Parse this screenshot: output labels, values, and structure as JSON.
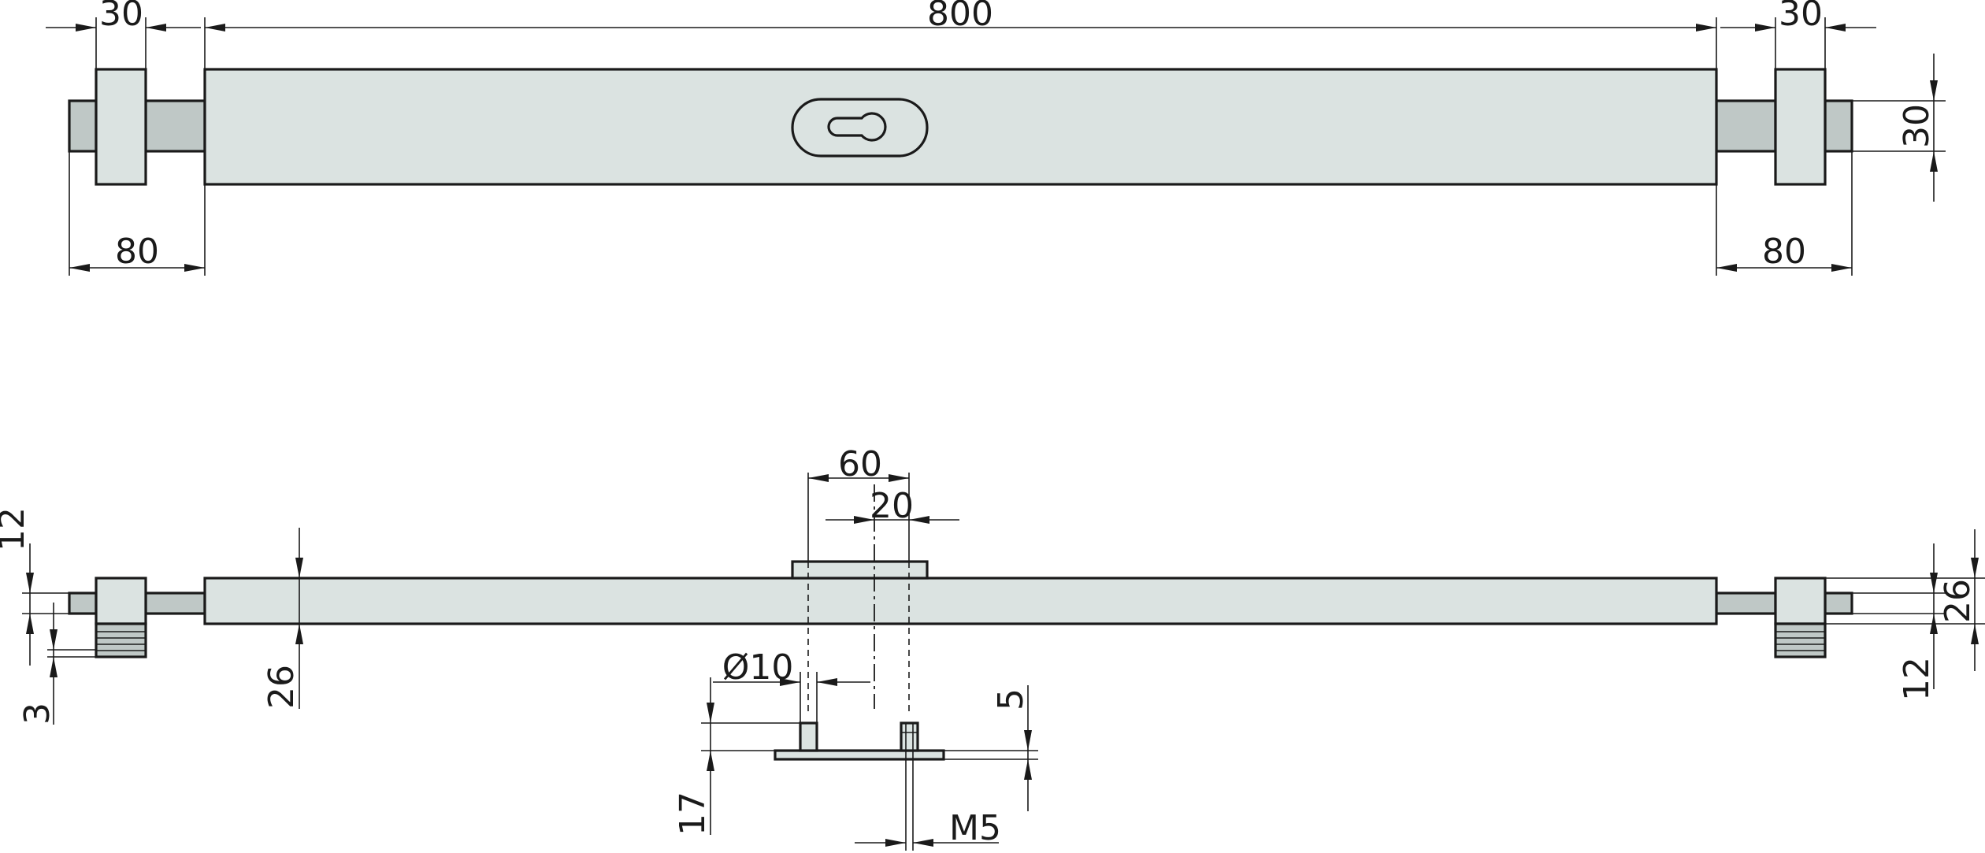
{
  "top_view": {
    "dim_left_knob_width": "30",
    "dim_bar_length": "800",
    "dim_right_knob_width": "30",
    "dim_bar_height": "30",
    "dim_left_rod_extension": "80",
    "dim_right_rod_extension": "80"
  },
  "side_view": {
    "dim_mount_width": "60",
    "dim_mount_offset": "20",
    "dim_left_knob_height": "12",
    "dim_left_gap": "3",
    "dim_bar_thickness": "26",
    "dim_right_bar_thickness": "26",
    "dim_right_knob_height": "12"
  },
  "detail_view": {
    "dim_pin_diameter": "Ø10",
    "dim_plate_thickness": "5",
    "dim_pin_height": "17",
    "dim_thread": "M5"
  },
  "colors": {
    "part_fill": "#dbe3e1",
    "rod_fill": "#bfc8c6",
    "line": "#1a1a1a",
    "background": "#ffffff"
  }
}
